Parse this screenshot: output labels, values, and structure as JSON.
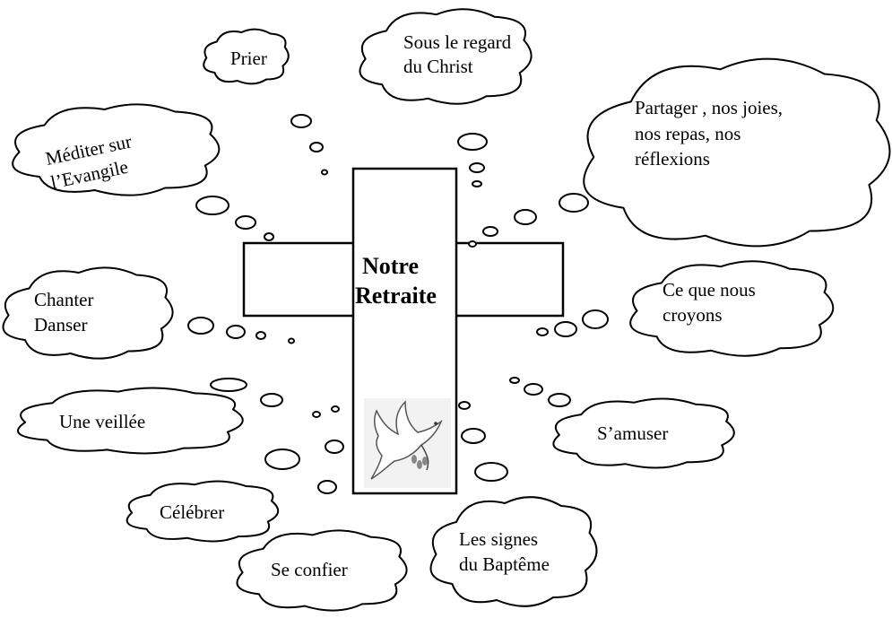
{
  "center": {
    "line1": "Notre",
    "line2": "Retraite"
  },
  "dove_icon": "dove-with-olive-branch",
  "clouds": {
    "prier": [
      "Prier"
    ],
    "christ": [
      "Sous le regard",
      "du Christ"
    ],
    "partager": [
      "Partager , nos joies,",
      "nos repas, nos",
      "réflexions"
    ],
    "mediter": [
      "Méditer  sur",
      "l’Evangile"
    ],
    "chanter": [
      "Chanter",
      "Danser"
    ],
    "croyons": [
      "Ce que nous",
      "croyons"
    ],
    "veillee": [
      "Une veillée"
    ],
    "amuser": [
      "S’amuser"
    ],
    "celebrer": [
      "Célébrer"
    ],
    "confier": [
      "Se confier"
    ],
    "signes": [
      "Les signes",
      "du Baptême"
    ]
  }
}
